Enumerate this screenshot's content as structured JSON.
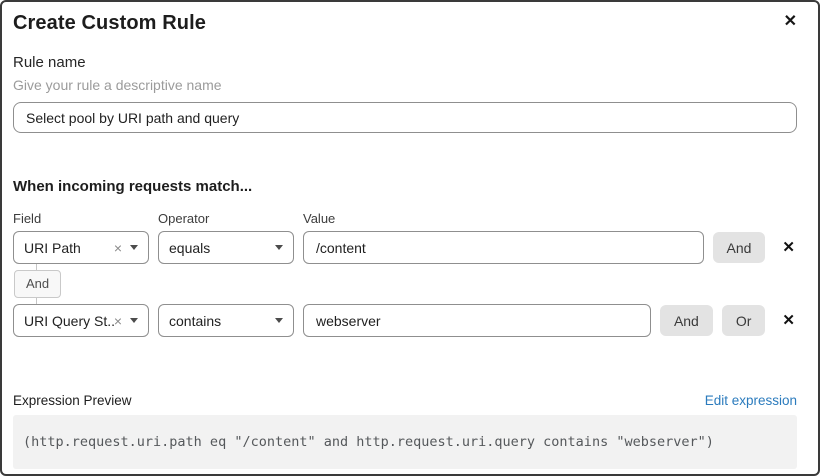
{
  "dialog": {
    "title": "Create Custom Rule"
  },
  "icons": {
    "close": "✕",
    "remove_condition": "✕",
    "clear_selection": "×"
  },
  "rule_name": {
    "label": "Rule name",
    "hint": "Give your rule a descriptive name",
    "value": "Select pool by URI path and query"
  },
  "matcher": {
    "heading": "When incoming requests match...",
    "columns": {
      "field": "Field",
      "operator": "Operator",
      "value": "Value"
    },
    "rows": [
      {
        "field": "URI Path",
        "operator": "equals",
        "value": "/content",
        "and_label": "And"
      },
      {
        "field": "URI Query St...",
        "operator": "contains",
        "value": "webserver",
        "and_label": "And",
        "or_label": "Or"
      }
    ],
    "connector_label": "And"
  },
  "expression": {
    "label": "Expression Preview",
    "edit_link": "Edit expression",
    "code": "(http.request.uri.path eq \"/content\" and http.request.uri.query contains \"webserver\")"
  },
  "colors": {
    "link": "#2b7bbd",
    "conjunction_button_bg": "#e3e3e3",
    "code_block_bg": "#f2f2f2",
    "input_border": "#8f8f8f"
  }
}
